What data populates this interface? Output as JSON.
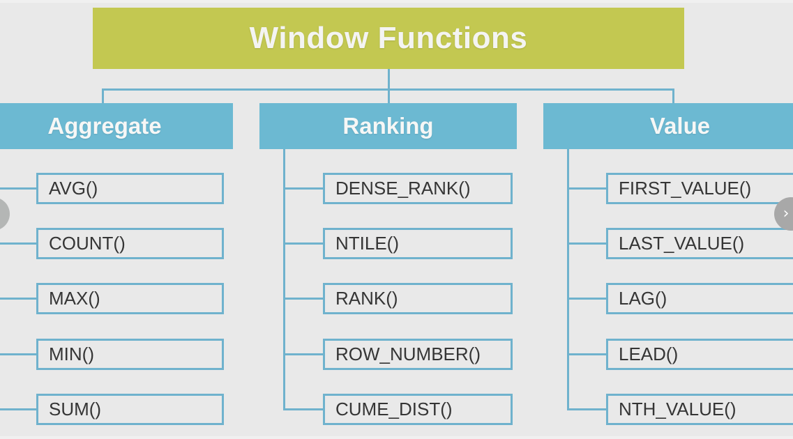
{
  "diagram": {
    "title": "Window Functions",
    "title_color": "#c3c851",
    "accent_color": "#6cb9d2",
    "background_color": "#e9e9e9",
    "columns": [
      {
        "id": "aggregate",
        "header": "Aggregate",
        "items": [
          "AVG()",
          "COUNT()",
          "MAX()",
          "MIN()",
          "SUM()"
        ]
      },
      {
        "id": "ranking",
        "header": "Ranking",
        "items": [
          "DENSE_RANK()",
          "NTILE()",
          "RANK()",
          "ROW_NUMBER()",
          "CUME_DIST()"
        ]
      },
      {
        "id": "value",
        "header": "Value",
        "items": [
          "FIRST_VALUE()",
          "LAST_VALUE()",
          "LAG()",
          "LEAD()",
          "NTH_VALUE()"
        ]
      }
    ]
  },
  "carousel": {
    "prev_glyph": "‹",
    "next_glyph": "›"
  }
}
